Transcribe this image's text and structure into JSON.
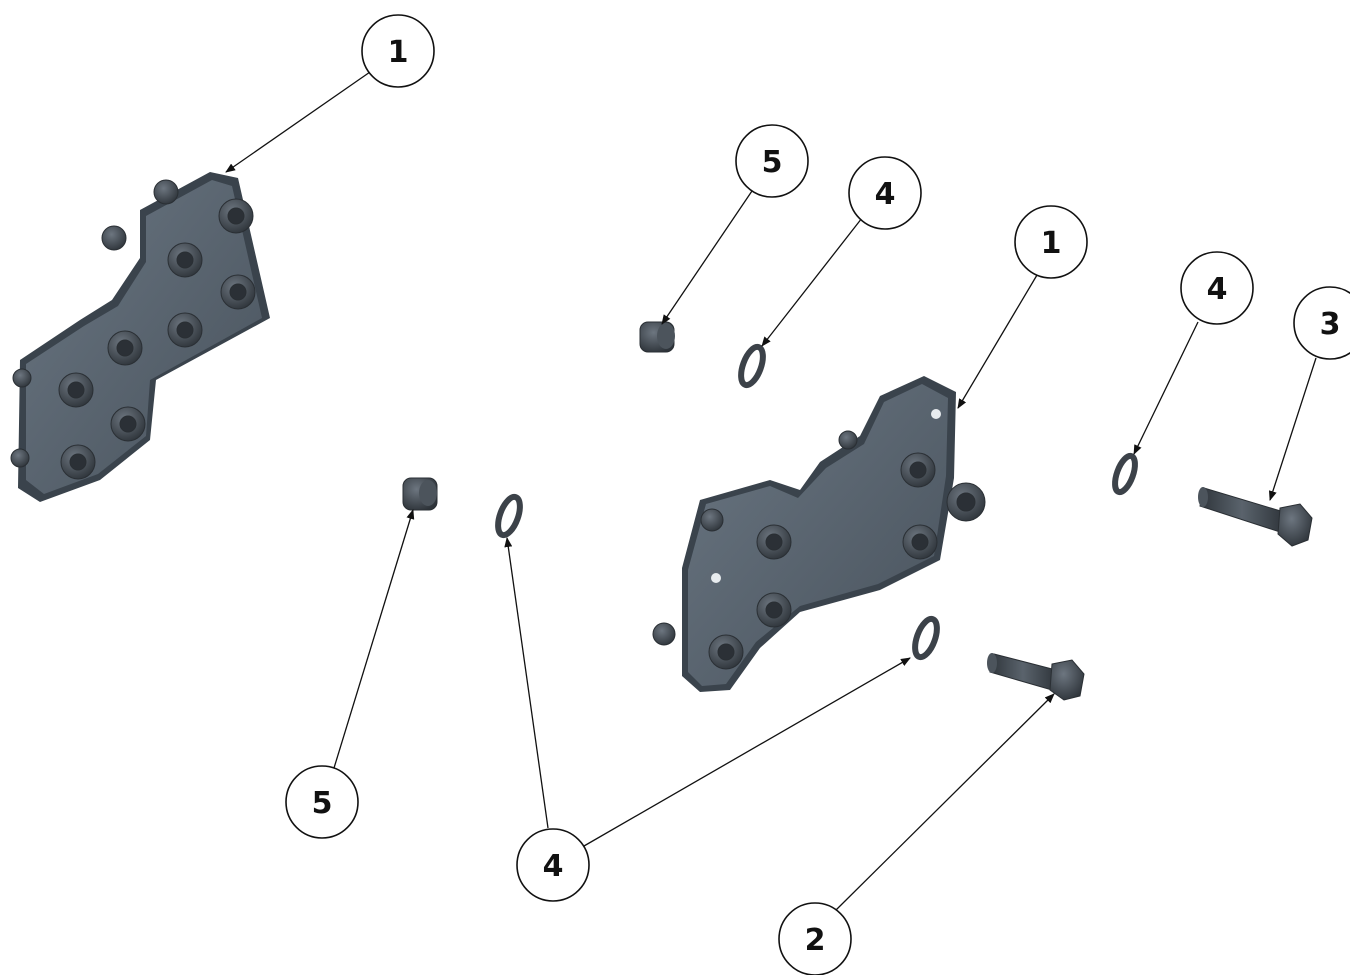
{
  "callouts": [
    {
      "id": "c1a",
      "label": "1"
    },
    {
      "id": "c5a",
      "label": "5"
    },
    {
      "id": "c4a",
      "label": "4"
    },
    {
      "id": "c1b",
      "label": "1"
    },
    {
      "id": "c4b",
      "label": "4"
    },
    {
      "id": "c3",
      "label": "3"
    },
    {
      "id": "c5b",
      "label": "5"
    },
    {
      "id": "c4c",
      "label": "4"
    },
    {
      "id": "c2",
      "label": "2"
    }
  ],
  "colors": {
    "plate": "#56626e",
    "plate_dark": "#3a434c",
    "hardware": "#3c4249",
    "hardware_light": "#6a737c",
    "line": "#111111"
  }
}
